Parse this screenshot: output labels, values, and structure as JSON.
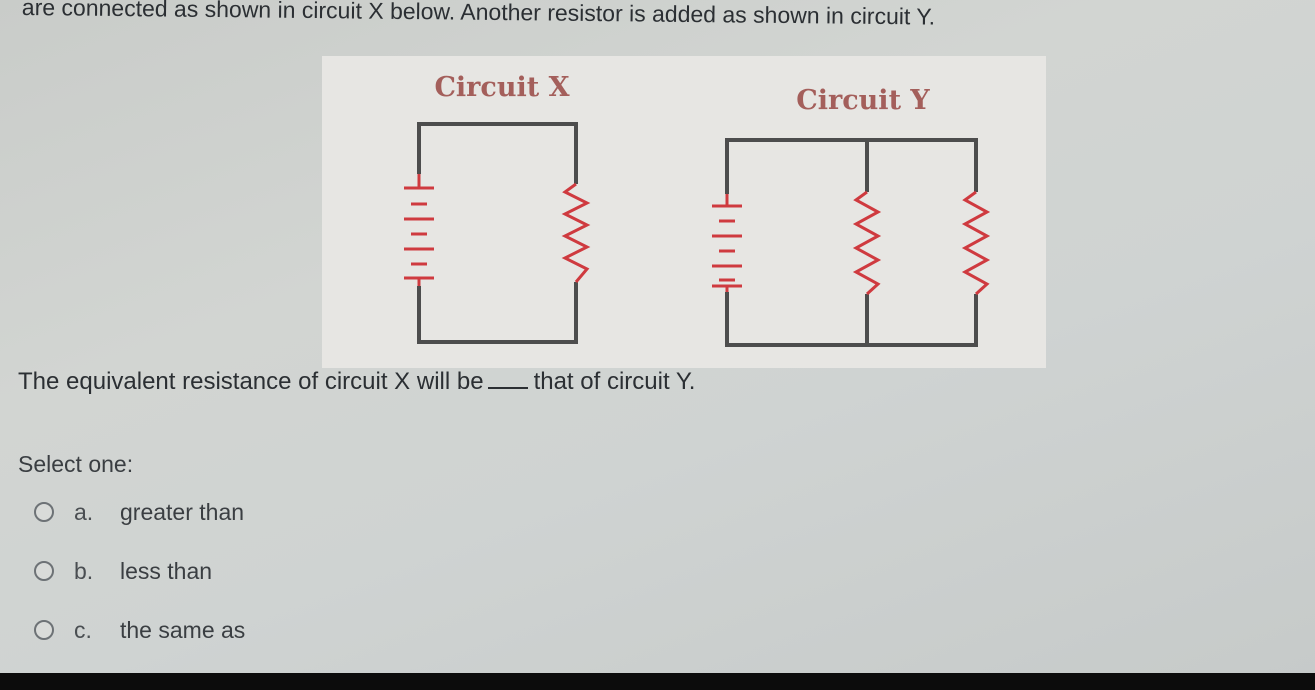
{
  "question_intro": "are connected as shown in circuit X below. Another resistor is added as shown in circuit Y.",
  "diagram": {
    "circuit_x_title": "Circuit X",
    "circuit_y_title": "Circuit Y",
    "wire_color": "#4d4d4d",
    "component_color": "#cf3a3f",
    "title_color": "#a45f5b"
  },
  "question_before_blank": "The equivalent resistance of circuit X will be",
  "question_after_blank": "that of circuit Y.",
  "select_label": "Select one:",
  "options": [
    {
      "letter": "a.",
      "text": "greater than",
      "selected": false
    },
    {
      "letter": "b.",
      "text": "less than",
      "selected": false
    },
    {
      "letter": "c.",
      "text": "the same as",
      "selected": false
    }
  ]
}
